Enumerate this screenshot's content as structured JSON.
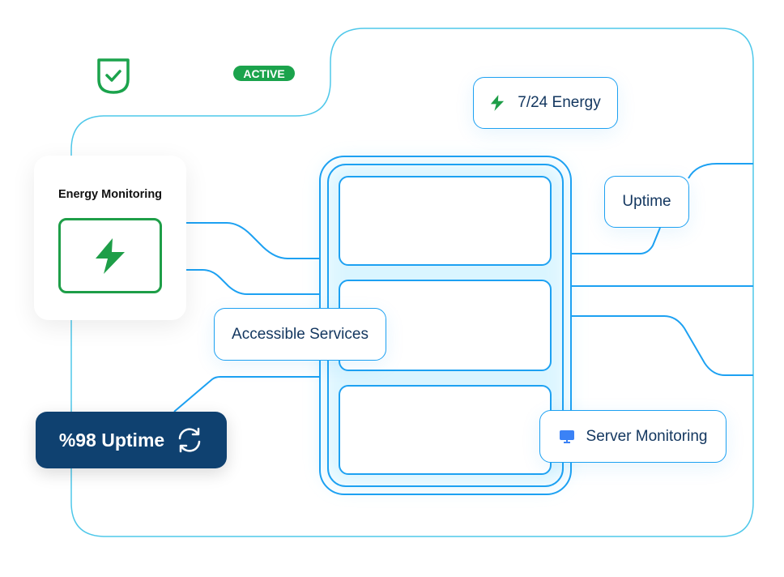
{
  "status_badge": "ACTIVE",
  "energy_card": {
    "title": "Energy Monitoring",
    "icon": "lightning-icon"
  },
  "labels": {
    "energy_247": "7/24 Energy",
    "uptime": "Uptime",
    "accessible_services": "Accessible Services",
    "server_monitoring": "Server Monitoring",
    "uptime_percent": "%98 Uptime"
  },
  "colors": {
    "accent": "#1da1f2",
    "frame": "#4fc8ea",
    "green": "#1ba34c",
    "dark": "#0f4170",
    "text": "#12365f"
  }
}
